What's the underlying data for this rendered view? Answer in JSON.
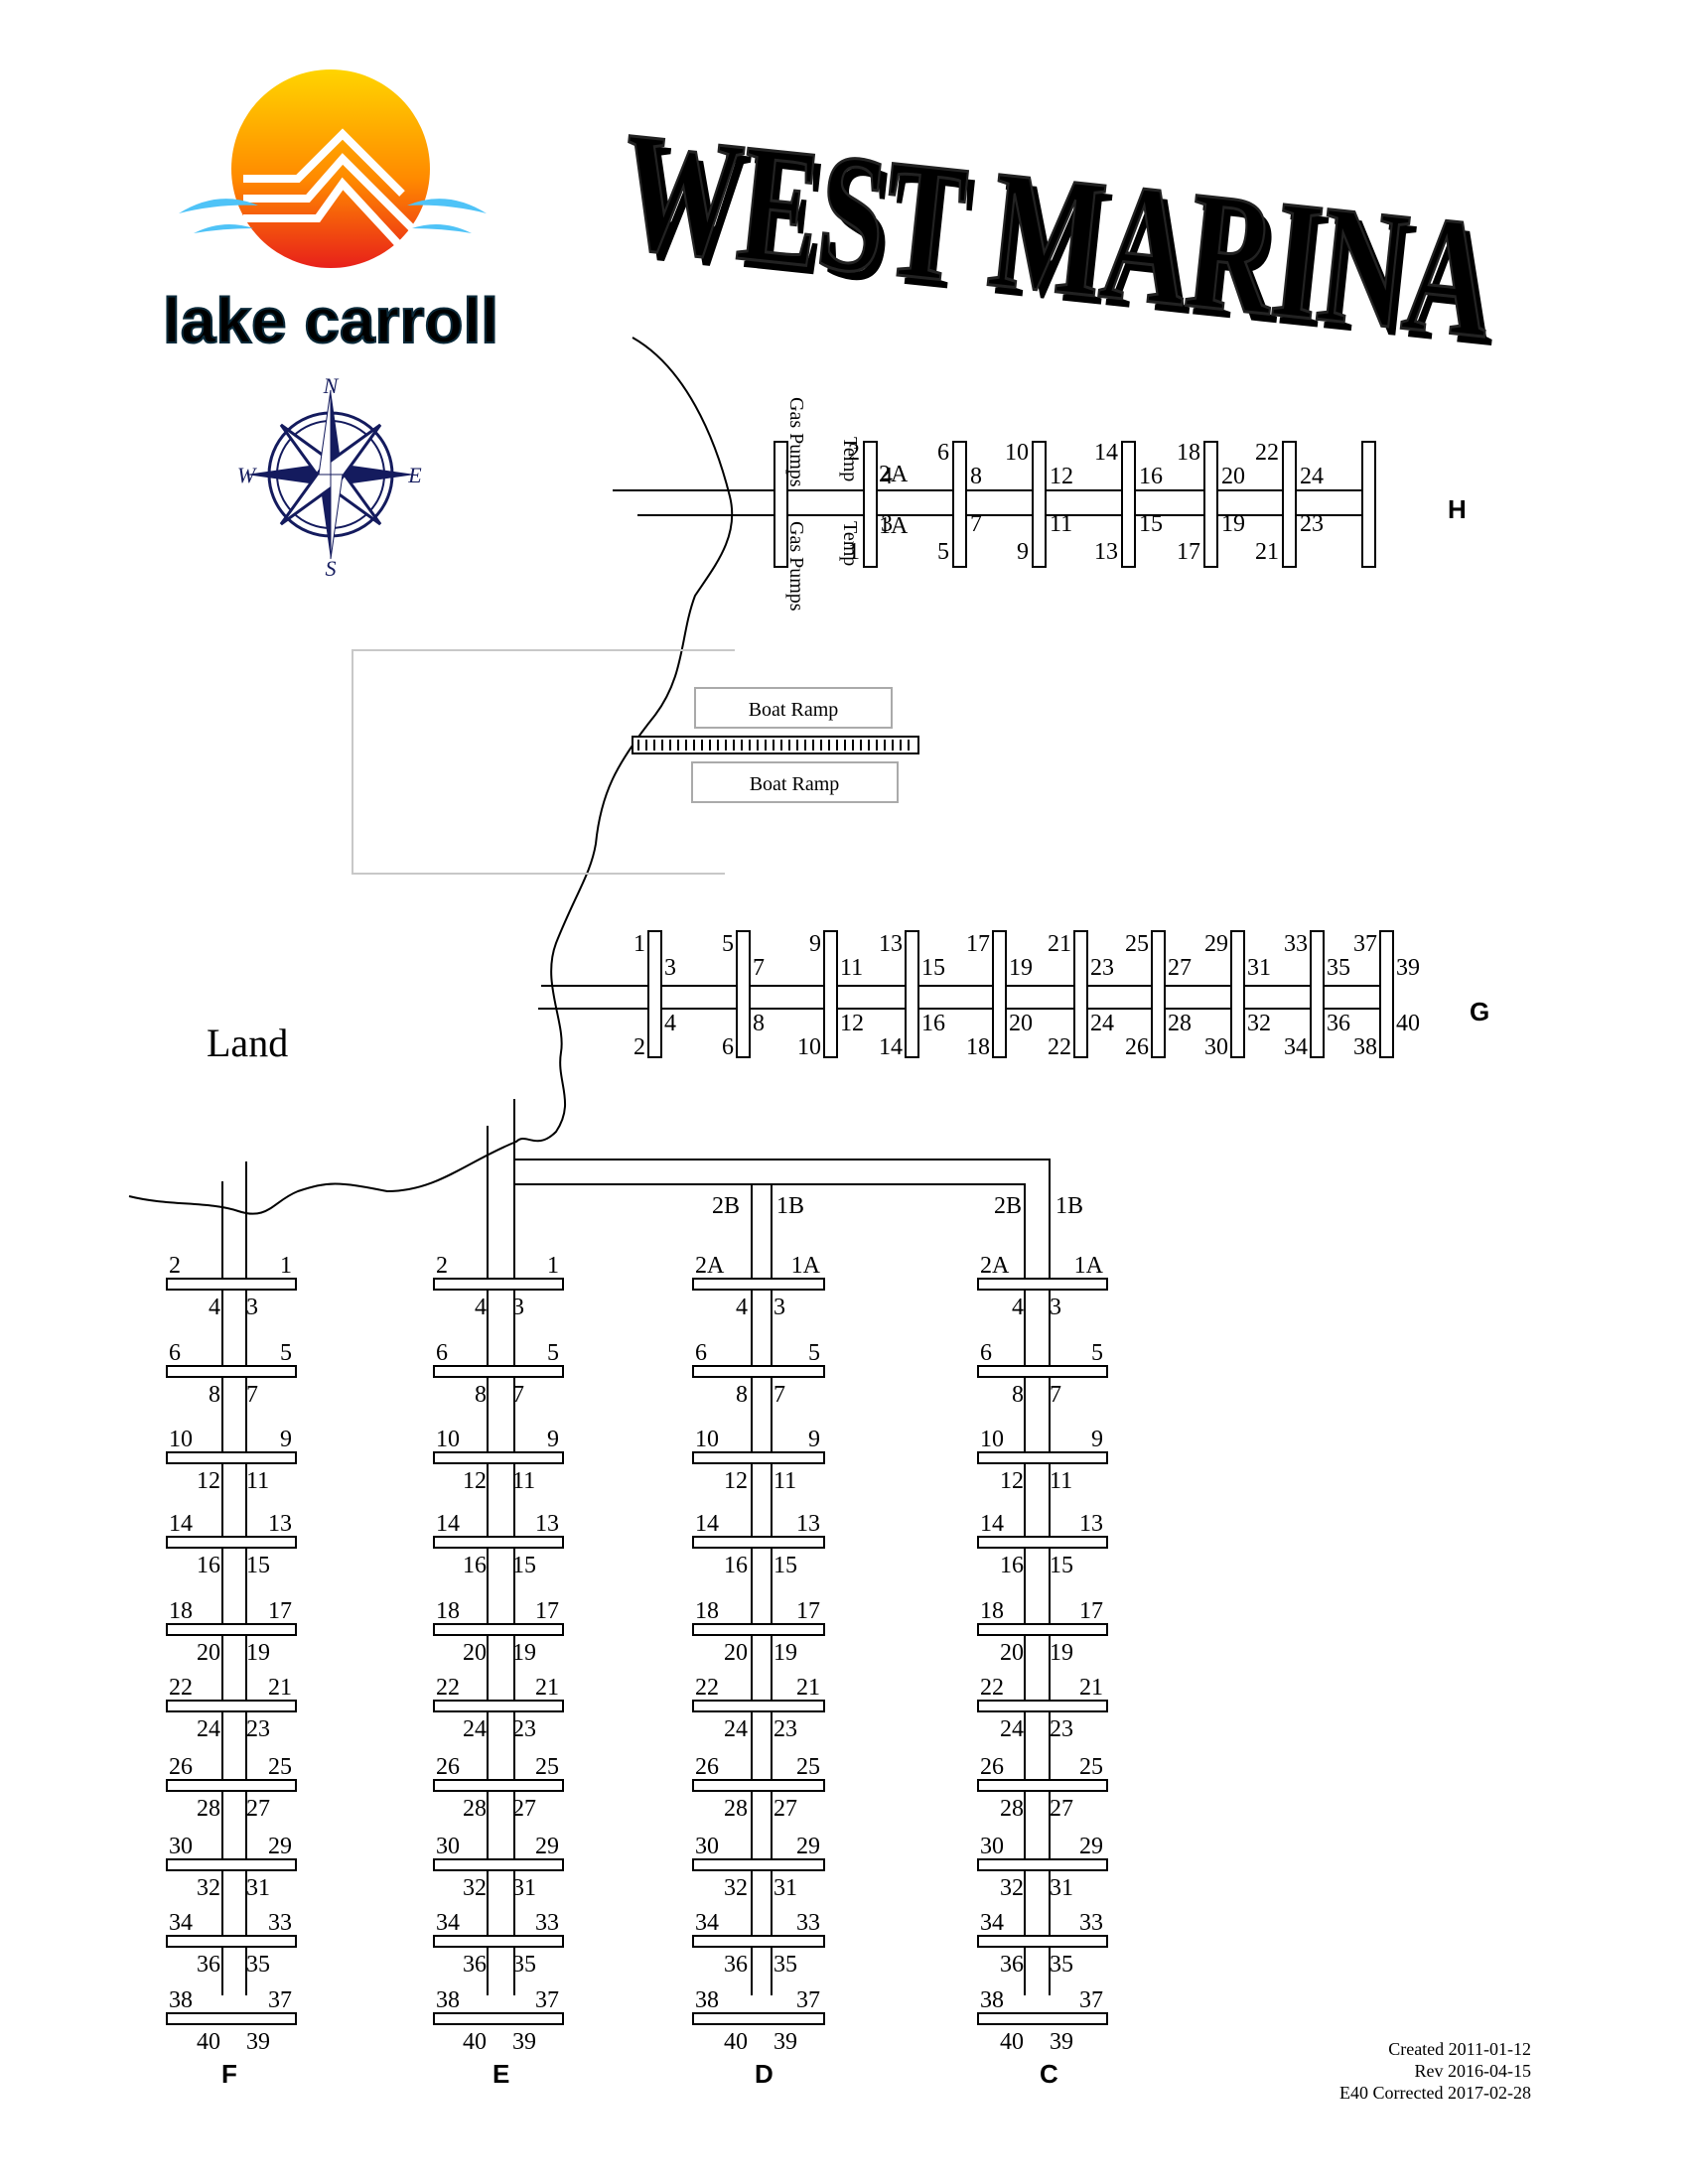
{
  "logo": {
    "text": "lake carroll",
    "colors": {
      "sun_top": "#FFD700",
      "sun_bottom": "#E8201A",
      "text": "#1E8C9A",
      "water": "#4FC3F7"
    }
  },
  "title": {
    "text": "WEST MARINA",
    "color_top": "#8E86F0",
    "color_bottom": "#1BA39C"
  },
  "compass": {
    "n": "N",
    "s": "S",
    "e": "E",
    "w": "W",
    "icon": "compass-rose-icon",
    "color": "#141B5E"
  },
  "map_labels": {
    "land": "Land",
    "boat_ramp_1": "Boat Ramp",
    "boat_ramp_2": "Boat Ramp",
    "gas_pumps_top": "Gas Pumps",
    "gas_pumps_bottom": "Gas Pumps",
    "temp_top": "Temp",
    "temp_bottom": "Temp"
  },
  "docks": {
    "H": {
      "letter": "H",
      "slips": [
        "2A",
        "1A",
        "2",
        "4",
        "1",
        "3",
        "6",
        "8",
        "5",
        "7",
        "10",
        "12",
        "9",
        "11",
        "14",
        "16",
        "13",
        "15",
        "18",
        "20",
        "17",
        "19",
        "22",
        "24",
        "21",
        "23"
      ]
    },
    "G": {
      "letter": "G",
      "slips": [
        "1",
        "3",
        "2",
        "4",
        "5",
        "7",
        "6",
        "8",
        "9",
        "11",
        "10",
        "12",
        "13",
        "15",
        "14",
        "16",
        "17",
        "19",
        "18",
        "20",
        "21",
        "23",
        "22",
        "24",
        "25",
        "27",
        "26",
        "28",
        "29",
        "31",
        "30",
        "32",
        "33",
        "35",
        "34",
        "36",
        "37",
        "39",
        "38",
        "40"
      ]
    },
    "F": {
      "letter": "F"
    },
    "E": {
      "letter": "E"
    },
    "D": {
      "letter": "D",
      "top_left": "2B",
      "top_right": "1B"
    },
    "C": {
      "letter": "C",
      "top_left": "2B",
      "top_right": "1B"
    }
  },
  "vertical_dock_slips": [
    [
      "2",
      "1"
    ],
    [
      "4",
      "3"
    ],
    [
      "6",
      "5"
    ],
    [
      "8",
      "7"
    ],
    [
      "10",
      "9"
    ],
    [
      "12",
      "11"
    ],
    [
      "14",
      "13"
    ],
    [
      "16",
      "15"
    ],
    [
      "18",
      "17"
    ],
    [
      "20",
      "19"
    ],
    [
      "22",
      "21"
    ],
    [
      "24",
      "23"
    ],
    [
      "26",
      "25"
    ],
    [
      "28",
      "27"
    ],
    [
      "30",
      "29"
    ],
    [
      "32",
      "31"
    ],
    [
      "34",
      "33"
    ],
    [
      "36",
      "35"
    ],
    [
      "38",
      "37"
    ],
    [
      "40",
      "39"
    ]
  ],
  "dc_first_row": [
    "2A",
    "1A"
  ],
  "revision": {
    "created": "Created 2011-01-12",
    "rev": "Rev 2016-04-15",
    "corrected": "E40 Corrected 2017-02-28"
  }
}
